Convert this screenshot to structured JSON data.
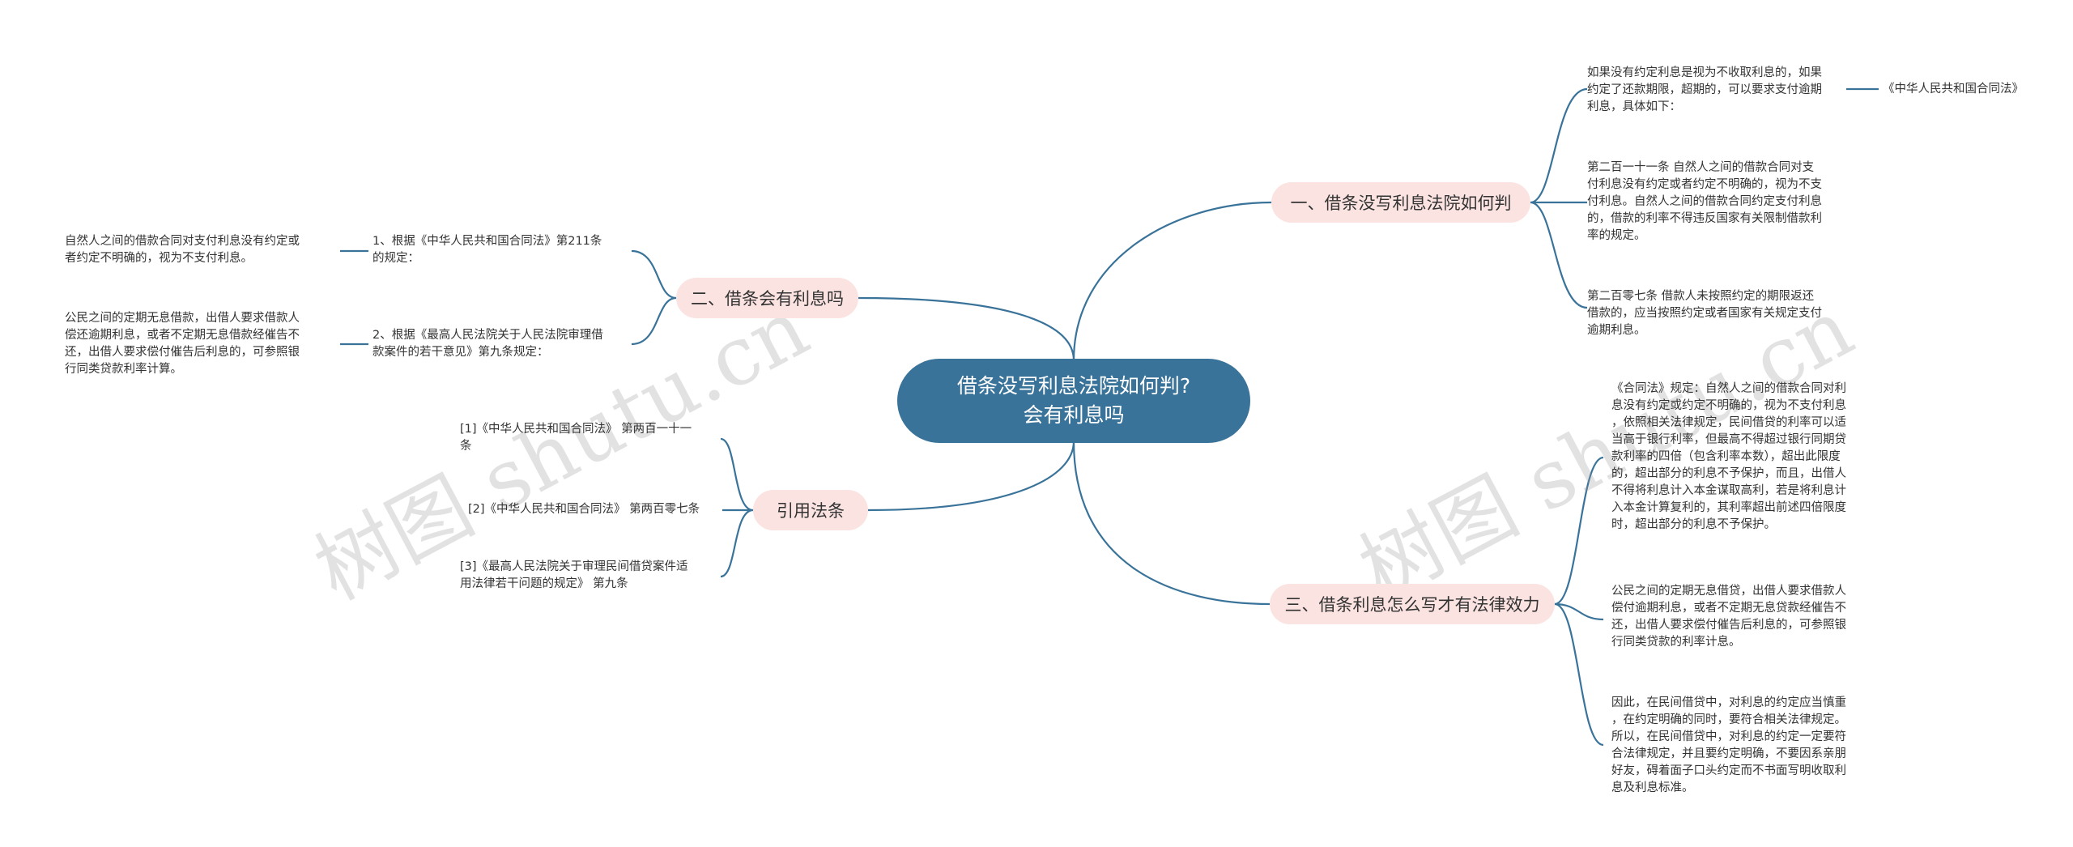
{
  "root": {
    "line1": "借条没写利息法院如何判?",
    "line2": "会有利息吗"
  },
  "branches": {
    "b1": "一、借条没写利息法院如何判",
    "b2": "二、借条会有利息吗",
    "b3": "引用法条",
    "b4": "三、借条利息怎么写才有法律效力"
  },
  "leaves": {
    "b1_l1": "如果没有约定利息是视为不收取利息的，如果\n约定了还款期限，超期的，可以要求支付逾期\n利息，具体如下：",
    "b1_l1_child": "《中华人民共和国合同法》",
    "b1_l2": "第二百一十一条 自然人之间的借款合同对支\n付利息没有约定或者约定不明确的，视为不支\n付利息。自然人之间的借款合同约定支付利息\n的，借款的利率不得违反国家有关限制借款利\n率的规定。",
    "b1_l3": "第二百零七条 借款人未按照约定的期限返还\n借款的，应当按照约定或者国家有关规定支付\n逾期利息。",
    "b2_l1": "1、根据《中华人民共和国合同法》第211条\n的规定：",
    "b2_l1_child": "自然人之间的借款合同对支付利息没有约定或\n者约定不明确的，视为不支付利息。",
    "b2_l2": "2、根据《最高人民法院关于人民法院审理借\n款案件的若干意见》第九条规定：",
    "b2_l2_child": "公民之间的定期无息借款，出借人要求借款人\n偿还逾期利息，或者不定期无息借款经催告不\n还，出借人要求偿付催告后利息的，可参照银\n行同类贷款利率计算。",
    "b3_l1": "[1]《中华人民共和国合同法》 第两百一十一\n条",
    "b3_l2": "[2]《中华人民共和国合同法》 第两百零七条",
    "b3_l3": "[3]《最高人民法院关于审理民间借贷案件适\n用法律若干问题的规定》 第九条",
    "b4_l1": "《合同法》规定：自然人之间的借款合同对利\n息没有约定或约定不明确的，视为不支付利息\n，依照相关法律规定，民间借贷的利率可以适\n当高于银行利率，但最高不得超过银行同期贷\n款利率的四倍（包含利率本数），超出此限度\n的，超出部分的利息不予保护，而且，出借人\n不得将利息计入本金谋取高利，若是将利息计\n入本金计算复利的，其利率超出前述四倍限度\n时，超出部分的利息不予保护。",
    "b4_l2": "公民之间的定期无息借贷，出借人要求借款人\n偿付逾期利息，或者不定期无息贷款经催告不\n还，出借人要求偿付催告后利息的，可参照银\n行同类贷款的利率计息。",
    "b4_l3": "因此，在民间借贷中，对利息的约定应当慎重\n，在约定明确的同时，要符合相关法律规定。\n所以，在民间借贷中，对利息的约定一定要符\n合法律规定，并且要约定明确，不要因系亲朋\n好友，碍着面子口头约定而不书面写明收取利\n息及利息标准。"
  },
  "watermark": {
    "left": "树图 shutu.cn",
    "right": "树图 shutu.cn"
  },
  "colors": {
    "root_fill": "#3a7399",
    "branch_fill": "#fbe3e1",
    "link": "#3a7399"
  }
}
